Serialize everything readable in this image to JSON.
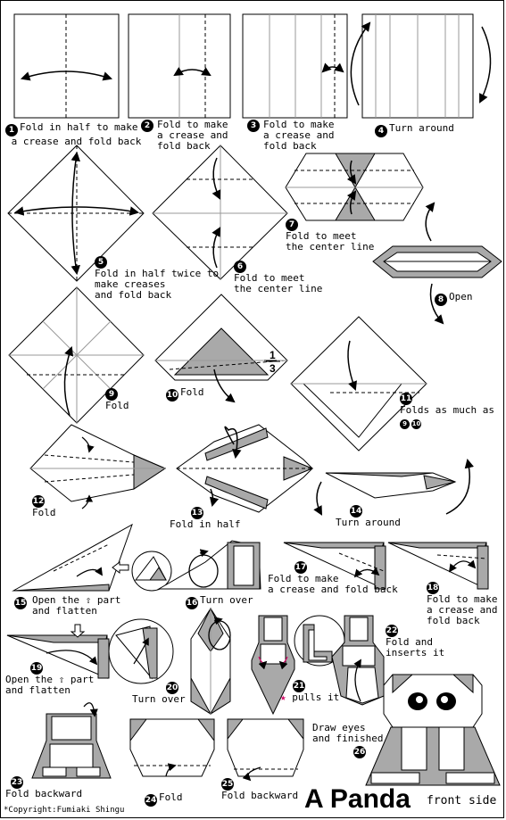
{
  "title": "A Panda",
  "subtitle": "front side",
  "copyright": "*Copyright:Fumiaki Shingu",
  "fraction": {
    "numerator": "1",
    "denominator": "3"
  },
  "pull_star": "★",
  "colors": {
    "paper_gray": "#a9a9a9",
    "line": "#000000",
    "star": "#d0106a"
  },
  "steps": [
    {
      "num": "1",
      "text": "Fold in half to make\n a crease and fold back"
    },
    {
      "num": "2",
      "text": "Fold to make\na crease and\nfold back"
    },
    {
      "num": "3",
      "text": "Fold to make\na crease and\nfold back"
    },
    {
      "num": "4",
      "text": "Turn around"
    },
    {
      "num": "5",
      "text": "Fold in half twice to\nmake creases\nand fold back"
    },
    {
      "num": "6",
      "text": "Fold to meet\nthe center line"
    },
    {
      "num": "7",
      "text": "Fold to meet\nthe center line"
    },
    {
      "num": "8",
      "text": "Open"
    },
    {
      "num": "9",
      "text": "Fold"
    },
    {
      "num": "10",
      "text": "Fold"
    },
    {
      "num": "11",
      "text": "Folds as much as"
    },
    {
      "num": "12",
      "text": "Fold"
    },
    {
      "num": "13",
      "text": "Fold in half"
    },
    {
      "num": "14",
      "text": "Turn around"
    },
    {
      "num": "15",
      "text": "Open the ⇧ part\nand flatten"
    },
    {
      "num": "16",
      "text": "Turn over"
    },
    {
      "num": "17",
      "text": "Fold to make\na crease and fold back"
    },
    {
      "num": "18",
      "text": "Fold to make\na crease and\nfold back"
    },
    {
      "num": "19",
      "text": "Open the ⇧ part\nand flatten"
    },
    {
      "num": "20",
      "text": "Turn over"
    },
    {
      "num": "21",
      "text": "pulls it"
    },
    {
      "num": "22",
      "text": "Fold and\ninserts it"
    },
    {
      "num": "23",
      "text": "Fold backward"
    },
    {
      "num": "24",
      "text": "Fold"
    },
    {
      "num": "25",
      "text": "Fold backward"
    },
    {
      "num": "26",
      "text": "Draw eyes\nand finished"
    }
  ],
  "step11_refs": [
    "9",
    "10"
  ]
}
